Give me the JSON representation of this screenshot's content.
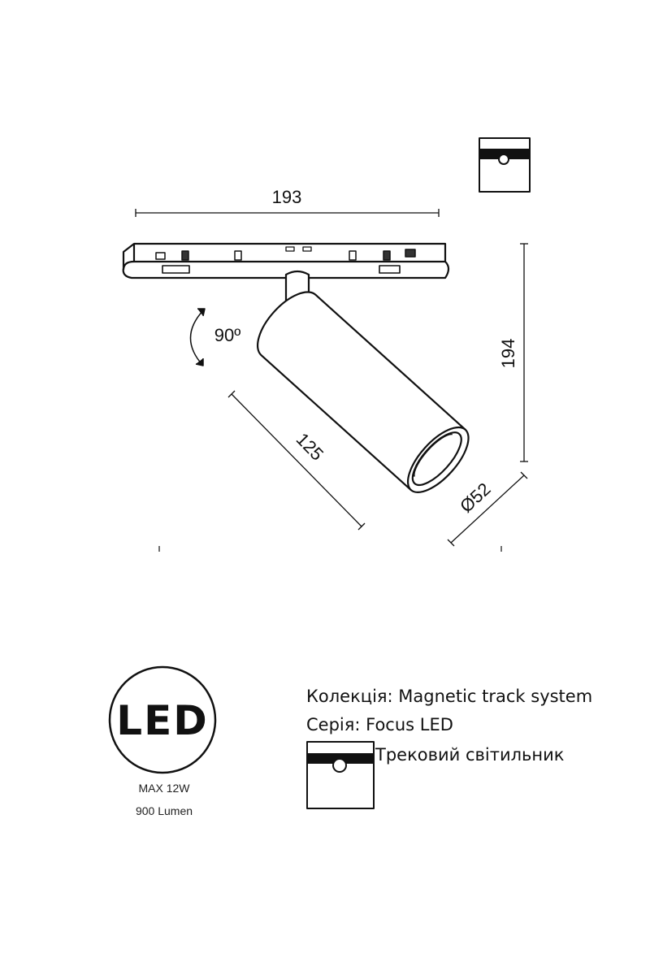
{
  "dimensions": {
    "width": "193",
    "height": "194",
    "length": "125",
    "diameter": "Ø52",
    "rotation": "90º"
  },
  "badge": {
    "logo_text": "LED",
    "power": "MAX 12W",
    "flux": "900 Lumen"
  },
  "specs": {
    "collection": "Колекція: Magnetic track system",
    "series": "Серія: Focus LED",
    "type": "Трековий світильник"
  },
  "colors": {
    "line": "#111111",
    "background": "#ffffff"
  }
}
